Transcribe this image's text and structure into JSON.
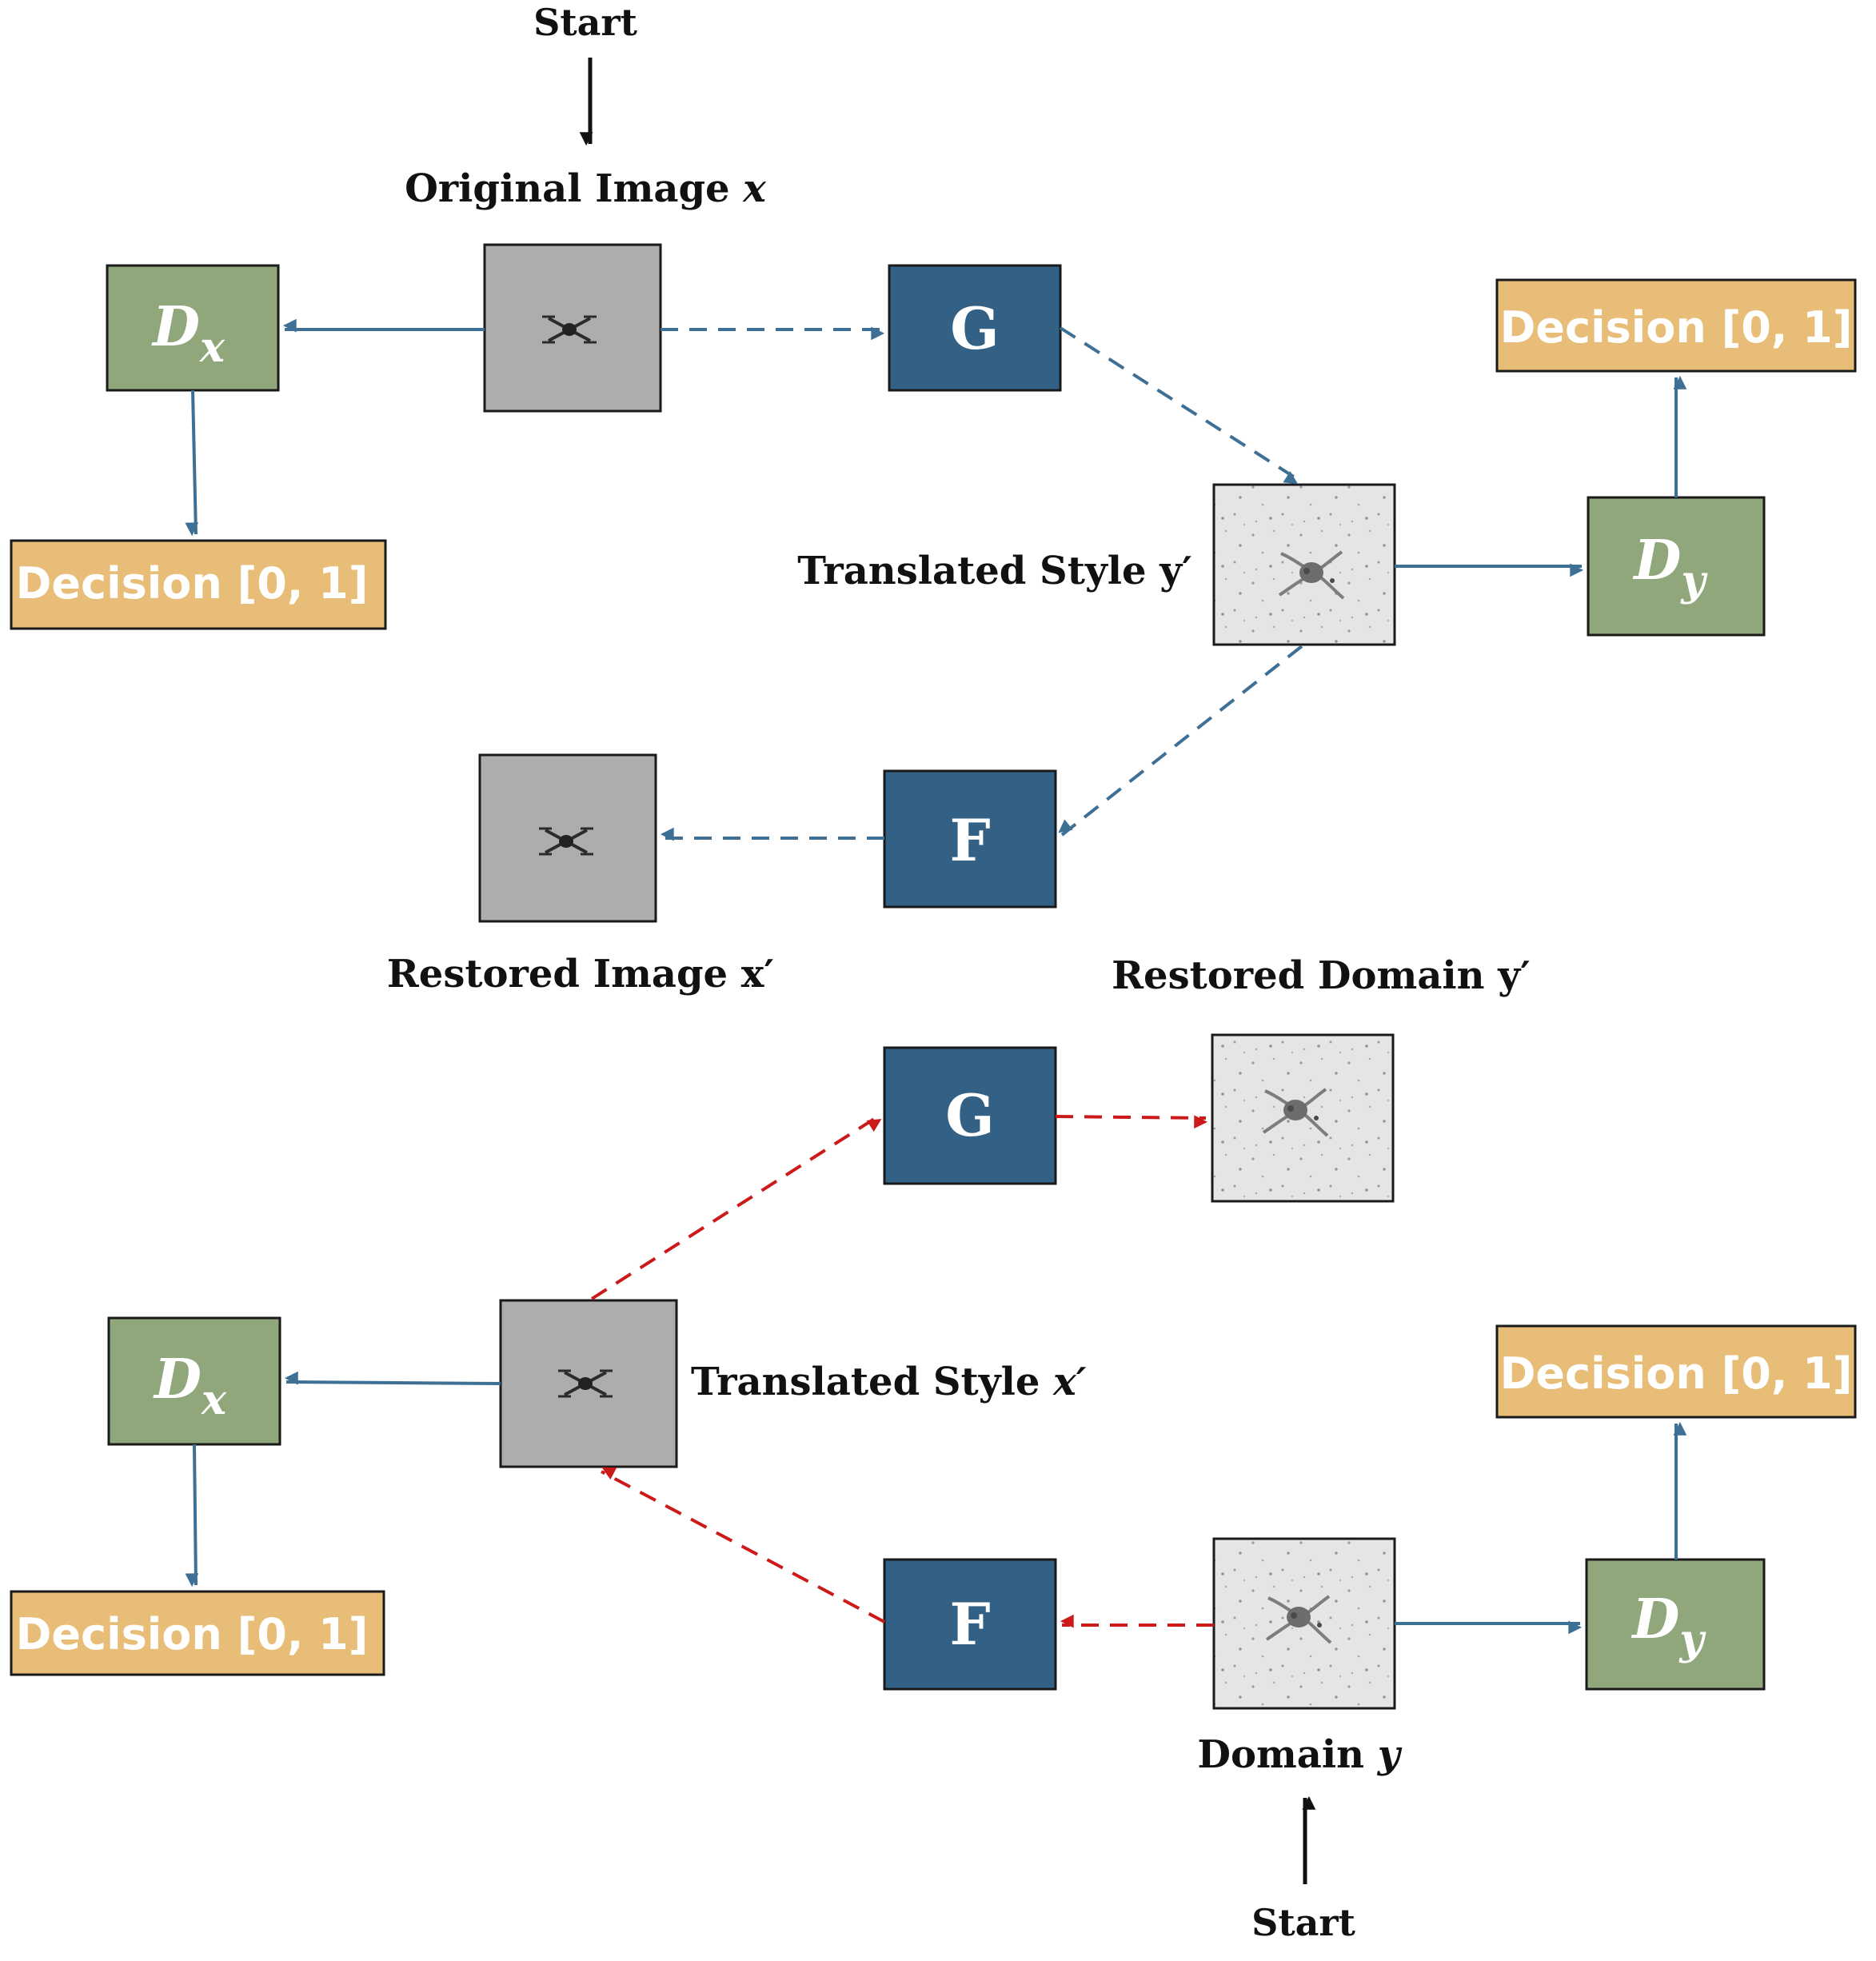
{
  "colors": {
    "generator": "#336185",
    "discriminator": "#8fa77a",
    "decision": "#e8bd78",
    "arrow_blue": "#3e6f95",
    "arrow_red": "#cc1a1a",
    "photo_gray": "#adadad",
    "photo_light": "#e5e5e5"
  },
  "top": {
    "start_label": "Start",
    "original_label": "Original Image ",
    "original_var": "x",
    "generator_g": "G",
    "translated_label": "Translated Style y′",
    "generator_f": "F",
    "restored_label": "Restored Image x′",
    "dx_main": "D",
    "dx_sub": "x",
    "dy_main": "D",
    "dy_sub": "y",
    "decision_left": "Decision [0, 1]",
    "decision_right": "Decision [0, 1]"
  },
  "bottom": {
    "restored_domain_label": "Restored Domain y′",
    "generator_g": "G",
    "translated_label": "Translated Style ",
    "translated_var": "x′",
    "generator_f": "F",
    "domain_label": "Domain ",
    "domain_var": "y",
    "start_label": "Start",
    "dx_main": "D",
    "dx_sub": "x",
    "dy_main": "D",
    "dy_sub": "y",
    "decision_left": "Decision [0, 1]",
    "decision_right": "Decision [0, 1]"
  }
}
